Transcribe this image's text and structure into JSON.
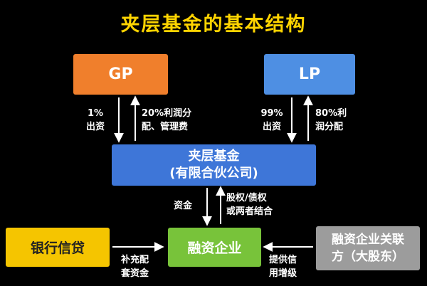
{
  "title": "夹层基金的基本结构",
  "colors": {
    "title": "#FFD400",
    "gp": "#F07F2C",
    "lp": "#4E8FE3",
    "fund": "#3E76D8",
    "enterprise": "#78C33A",
    "bank": "#F5C500",
    "related": "#9C9C9C",
    "label": "#FFFFFF"
  },
  "boxes": {
    "gp": "GP",
    "lp": "LP",
    "fund_line1": "夹层基金",
    "fund_line2": "(有限合伙公司)",
    "enterprise": "融资企业",
    "bank": "银行信贷",
    "related_line1": "融资企业关联",
    "related_line2": "方（大股东）"
  },
  "labels": {
    "gp_up_1": "1%",
    "gp_up_2": "出资",
    "gp_down_1": "20%利润分",
    "gp_down_2": "配、管理费",
    "lp_up_1": "99%",
    "lp_up_2": "出资",
    "lp_down_1": "80%利",
    "lp_down_2": "润分配",
    "capital": "资金",
    "equity_1": "股权/债权",
    "equity_2": "或两者结合",
    "bank_1": "补充配",
    "bank_2": "套资金",
    "credit_1": "提供信",
    "credit_2": "用增级"
  }
}
